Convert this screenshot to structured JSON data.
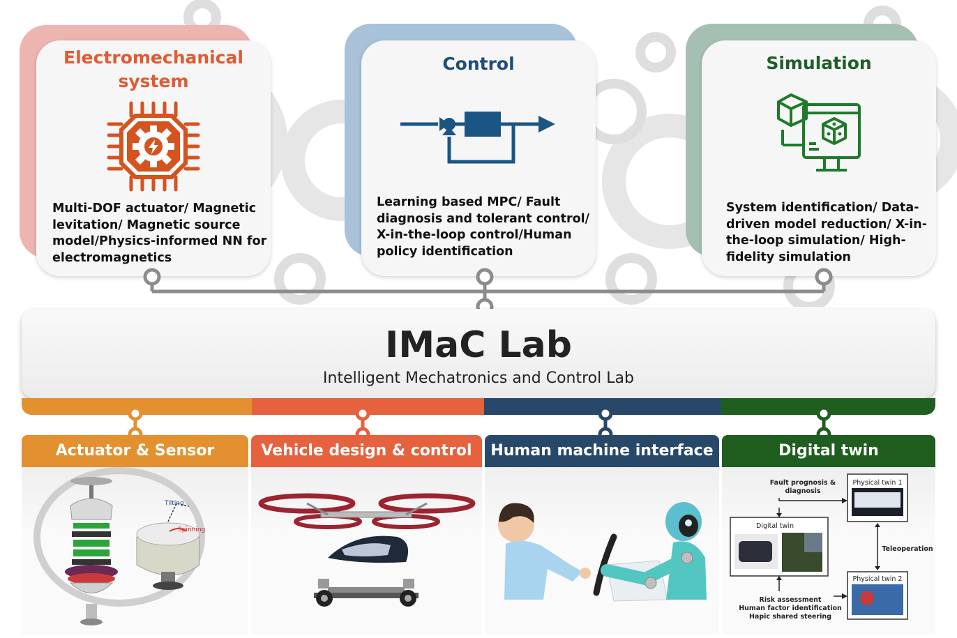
{
  "cards": [
    {
      "title_line1": "Electromechanical",
      "title_line2": "system",
      "desc": [
        "Multi-DOF actuator/ Magnetic",
        "levitation/ Magnetic source",
        "model/Physics-informed NN for",
        "electromagnetics"
      ],
      "icon": "chip-gear-icon",
      "title_color": "#e05a33",
      "back_color": "#edb4b0"
    },
    {
      "title_line1": "Control",
      "desc": [
        "Learning based MPC/ Fault",
        "diagnosis and tolerant control/",
        "X-in-the-loop control/Human",
        "policy identification"
      ],
      "icon": "block-diagram-icon",
      "title_color": "#1e4d78",
      "back_color": "#a9c1d9"
    },
    {
      "title_line1": "Simulation",
      "desc": [
        "System identification/ Data-",
        "driven model reduction/ X-in-",
        "the-loop simulation/ High-",
        "fidelity simulation"
      ],
      "icon": "cube-monitor-icon",
      "title_color": "#1f5e27",
      "back_color": "#a5c0b0"
    }
  ],
  "lab": {
    "title": "IMaC Lab",
    "subtitle": "Intelligent Mechatronics and Control Lab"
  },
  "columns": [
    {
      "label": "Actuator & Sensor",
      "color": "#e39130"
    },
    {
      "label": "Vehicle design & control",
      "color": "#e6623e"
    },
    {
      "label": "Human machine interface",
      "color": "#284869"
    },
    {
      "label": "Digital twin",
      "color": "#1f5e1f"
    }
  ],
  "actuator_labels": {
    "tilting": "Tilting",
    "spinning": "Spinning"
  },
  "digital_twin": {
    "fault": [
      "Fault prognosis &",
      "diagnosis"
    ],
    "physical1": "Physical twin 1",
    "digital": "Digital twin",
    "teleop": "Teleoperation",
    "physical2": "Physical twin 2",
    "risk": [
      "Risk assessment",
      "Human factor identification",
      "Hapic shared steering"
    ]
  }
}
